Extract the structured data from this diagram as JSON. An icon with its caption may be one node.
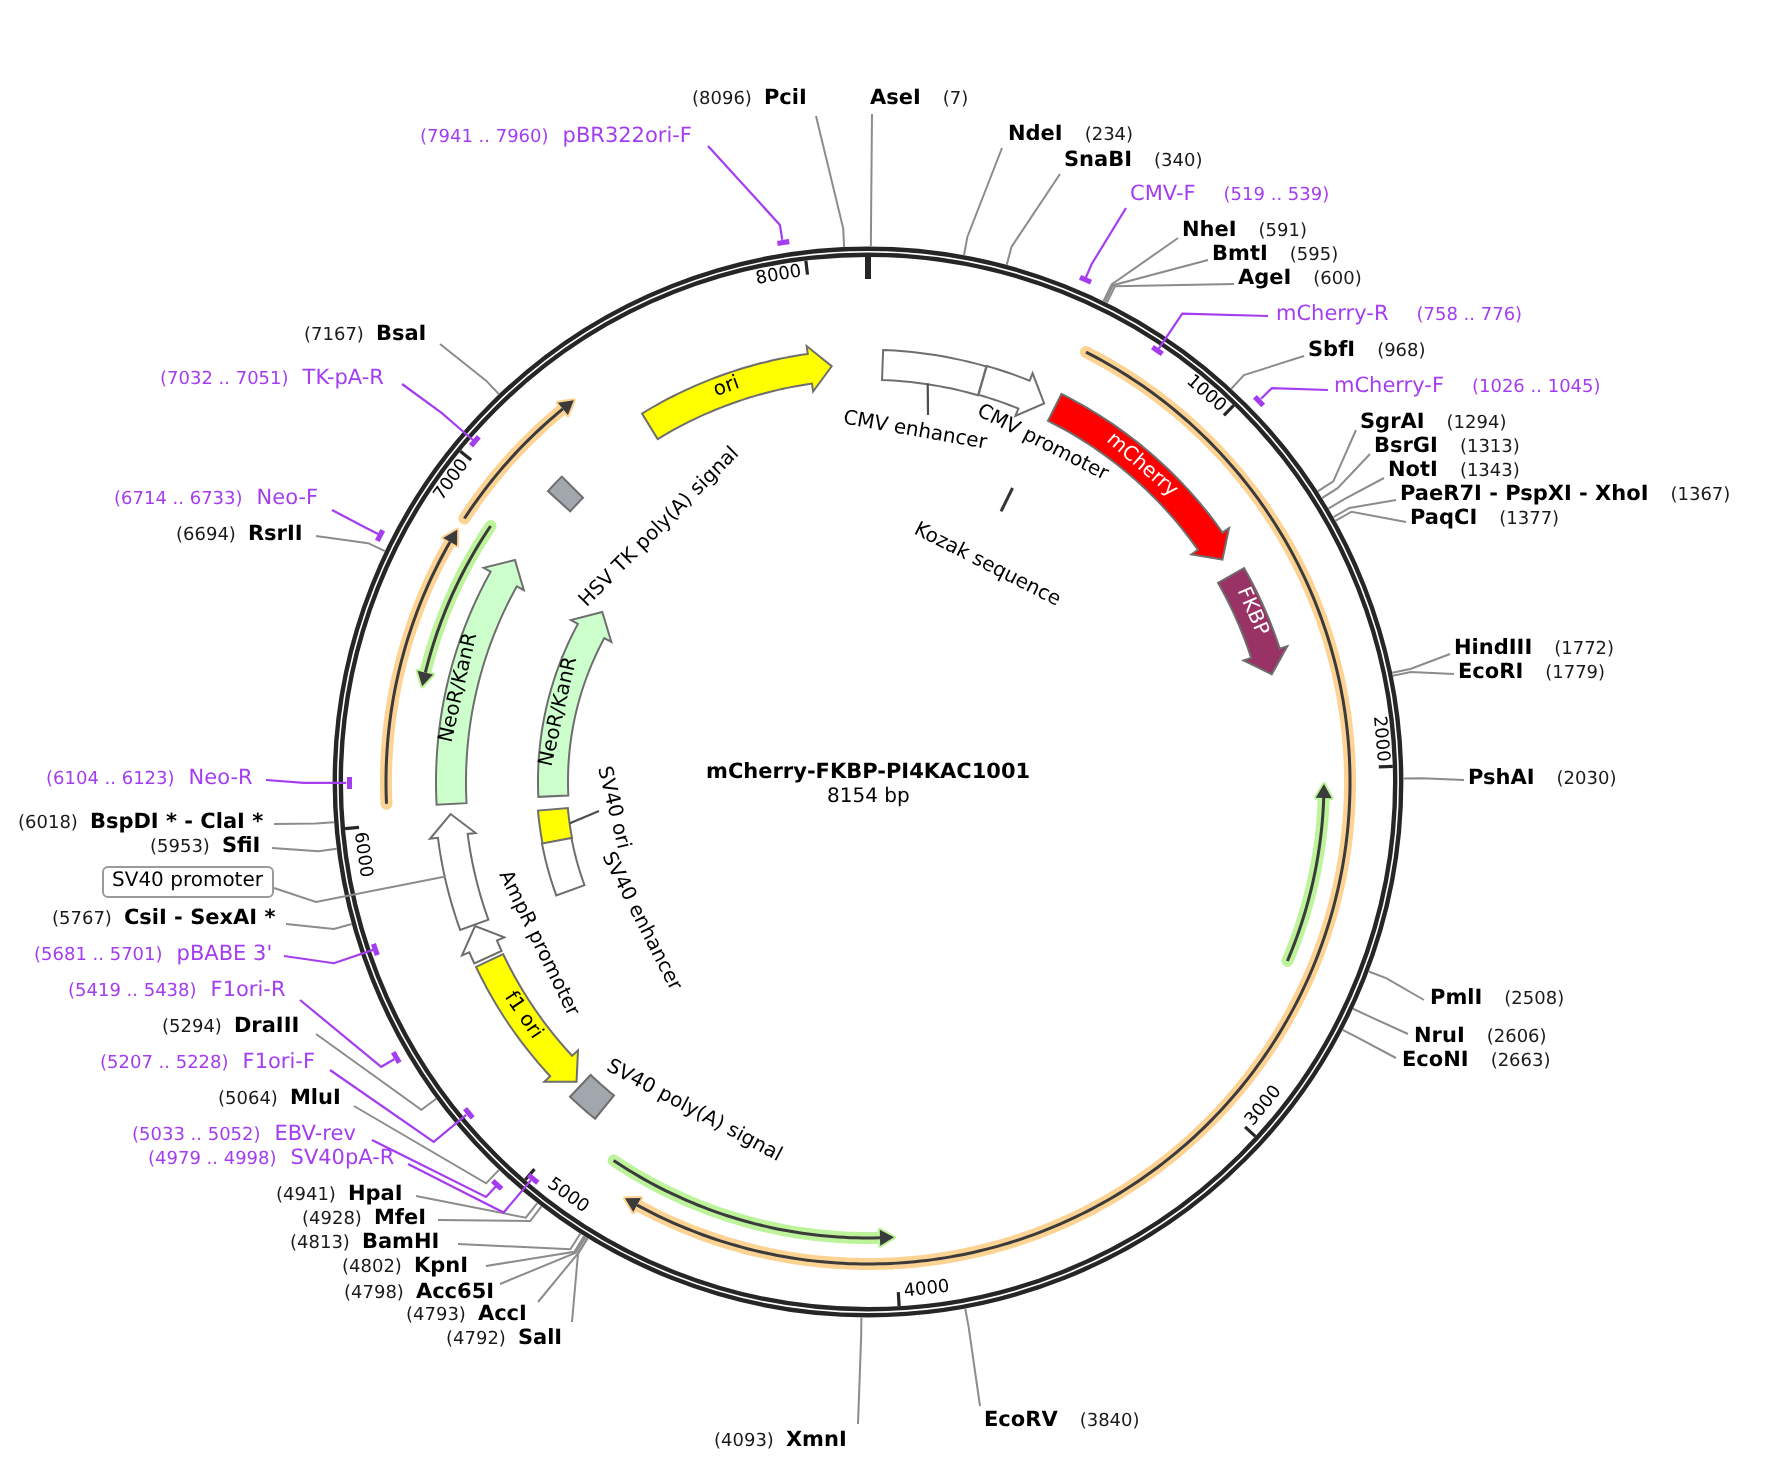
{
  "diagram": {
    "nodes": [
      {
        "text": [
          "mCherry-FKBP-PI4KAC1001",
          "8154 bp"
        ]
      },
      {
        "text": [
          "AseI",
          "(7)"
        ]
      },
      {
        "text": [
          "NdeI",
          "(234)"
        ]
      },
      {
        "text": [
          "SnaBI",
          "(340)"
        ]
      },
      {
        "text": [
          "CMV-F",
          "(519 .. 539)"
        ]
      },
      {
        "text": [],
        "shape": "bar"
      },
      {
        "text": [
          "NheI",
          "(591)"
        ]
      },
      {
        "text": [
          "BmtI",
          "(595)"
        ]
      },
      {
        "text": [
          "AgeI",
          "(600)"
        ]
      },
      {
        "text": [
          "mCherry-R",
          "(758 .. 776)"
        ]
      },
      {
        "text": [],
        "shape": "bar",
        "in": 0
      },
      {
        "text": [
          "SbfI",
          "(968)"
        ]
      },
      {
        "text": [
          "mCherry-F",
          "(1026 .. 1045)"
        ]
      },
      {
        "text": [],
        "shape": "bar"
      },
      {
        "text": [
          "SgrAI",
          "(1294)"
        ]
      },
      {
        "text": [
          "BsrGI",
          "(1313)"
        ]
      },
      {
        "text": [
          "NotI",
          "(1343)"
        ]
      },
      {
        "text": [
          "PaeR7I - PspXI - XhoI",
          "(1367)"
        ]
      },
      {
        "text": [
          "PaqCI",
          "(1377)"
        ]
      },
      {
        "text": [
          "HindIII",
          "(1772)"
        ]
      },
      {
        "text": [
          "EcoRI",
          "(1779)"
        ]
      },
      {
        "text": [
          "PshAI",
          "(2030)"
        ]
      },
      {
        "text": [
          "PmlI",
          "(2508)"
        ]
      },
      {
        "text": [
          "NruI",
          "(2606)"
        ]
      },
      {
        "text": [
          "EcoNI",
          "(2663)"
        ]
      },
      {
        "text": [
          "EcoRV",
          "(3840)"
        ]
      },
      {
        "text": [
          "(4093)",
          "XmnI"
        ]
      },
      {
        "text": [
          "(4792)",
          "SalI"
        ]
      },
      {
        "text": [
          "(4793)",
          "AccI"
        ]
      },
      {
        "text": [
          "(4798)",
          "Acc65I"
        ]
      },
      {
        "text": [
          "(4802)",
          "KpnI"
        ]
      },
      {
        "text": [
          "(4813)",
          "BamHI"
        ]
      },
      {
        "text": [
          "(4928)",
          "MfeI"
        ]
      },
      {
        "text": [
          "(4941)",
          "HpaI"
        ]
      },
      {
        "text": [
          "(4979 .. 4998)",
          "SV40pA-R"
        ]
      },
      {
        "text": [],
        "shape": "bar",
        "in": 0
      },
      {
        "text": [
          "(5033 .. 5052)",
          "EBV-rev"
        ]
      },
      {
        "text": [],
        "shape": "bar"
      },
      {
        "text": [
          "(5064)",
          "MluI"
        ]
      },
      {
        "text": [
          "(5207 .. 5228)",
          "F1ori-F"
        ]
      },
      {
        "text": [],
        "shape": "bar",
        "in": 0
      },
      {
        "text": [
          "(5294)",
          "DraIII"
        ]
      },
      {
        "text": [
          "(5419 .. 5438)",
          "F1ori-R"
        ]
      },
      {
        "text": [],
        "shape": "bar"
      },
      {
        "text": [
          "(5681 .. 5701)",
          "pBABE 3'"
        ]
      },
      {
        "text": [],
        "shape": "bar",
        "in": 0
      },
      {
        "text": [
          "(5767)",
          "CsiI - SexAI *"
        ]
      },
      {
        "text": [
          "SV40 promoter"
        ]
      },
      {
        "text": [
          "(5953)",
          "SfiI"
        ]
      },
      {
        "text": [
          "(6018)",
          "BspDI * - ClaI *"
        ]
      },
      {
        "text": [
          "(6104 .. 6123)",
          "Neo-R"
        ]
      },
      {
        "text": [],
        "shape": "bar",
        "in": 0
      },
      {
        "text": [
          "(6694)",
          "RsrII"
        ]
      },
      {
        "text": [
          "(6714 .. 6733)",
          "Neo-F"
        ]
      },
      {
        "text": [],
        "shape": "bar"
      },
      {
        "text": [
          "(7032 .. 7051)",
          "TK-pA-R"
        ]
      },
      {
        "text": [],
        "shape": "bar",
        "in": 0
      },
      {
        "text": [
          "(7167)",
          "BsaI"
        ]
      },
      {
        "text": [
          "(7941 .. 7960)",
          "pBR322ori-F"
        ]
      },
      {
        "text": [],
        "shape": "bar"
      },
      {
        "text": [
          "(8096)",
          "PciI"
        ]
      },
      {
        "text": [
          "ori"
        ],
        "in": 0
      },
      {
        "text": [],
        "shape": "box",
        "in": 0
      },
      {
        "text": [
          "CMV enhancer"
        ],
        "in": 0
      },
      {
        "text": [
          "CMV promoter"
        ],
        "in": 0
      },
      {
        "text": [
          "Kozak sequence"
        ],
        "in": 0
      },
      {
        "text": [
          "mCherry"
        ],
        "in": 0
      },
      {
        "text": [
          "FKBP"
        ],
        "in": 0
      },
      {
        "text": [
          "HSV TK poly(A) signal"
        ],
        "in": 0
      },
      {
        "text": [
          "NeoR/KanR"
        ],
        "in": 0
      },
      {
        "text": [
          "NeoR/KanR"
        ],
        "in": 0
      },
      {
        "text": [],
        "shape": "box",
        "in": 0
      },
      {
        "text": [
          "SV40 ori"
        ],
        "in": 0
      },
      {
        "text": [
          "SV40 enhancer"
        ],
        "in": 0
      },
      {
        "text": [],
        "shape": "arrow",
        "in": 0
      },
      {
        "text": [
          "AmpR promoter"
        ],
        "in": 0
      },
      {
        "text": [
          "f1 ori"
        ],
        "in": 0
      },
      {
        "text": [
          "SV40 poly(A) signal"
        ],
        "in": 0
      }
    ],
    "edges": [
      {
        "from": 1,
        "to": 0,
        "arrow": "none"
      },
      {
        "from": 2,
        "to": 0,
        "arrow": "none"
      },
      {
        "from": 3,
        "to": 0,
        "arrow": "none"
      },
      {
        "from": 4,
        "to": 5,
        "arrow": "none",
        "color": "#a43df0"
      },
      {
        "from": 6,
        "to": 0,
        "arrow": "none"
      },
      {
        "from": 7,
        "to": 0,
        "arrow": "none"
      },
      {
        "from": 8,
        "to": 0,
        "arrow": "none"
      },
      {
        "from": 9,
        "to": 10,
        "arrow": "none",
        "color": "#a43df0"
      },
      {
        "from": 11,
        "to": 0,
        "arrow": "none"
      },
      {
        "from": 12,
        "to": 13,
        "arrow": "none",
        "color": "#a43df0"
      },
      {
        "from": 14,
        "to": 0,
        "arrow": "none"
      },
      {
        "from": 15,
        "to": 0,
        "arrow": "none"
      },
      {
        "from": 16,
        "to": 0,
        "arrow": "none"
      },
      {
        "from": 17,
        "to": 0,
        "arrow": "none"
      },
      {
        "from": 18,
        "to": 0,
        "arrow": "none"
      },
      {
        "from": 19,
        "to": 0,
        "arrow": "none"
      },
      {
        "from": 20,
        "to": 0,
        "arrow": "none"
      },
      {
        "from": 21,
        "to": 0,
        "arrow": "none"
      },
      {
        "from": 22,
        "to": 0,
        "arrow": "none"
      },
      {
        "from": 23,
        "to": 0,
        "arrow": "none"
      },
      {
        "from": 24,
        "to": 0,
        "arrow": "none"
      },
      {
        "from": 25,
        "to": 0,
        "arrow": "none"
      },
      {
        "from": 26,
        "to": 0,
        "arrow": "none"
      },
      {
        "from": 27,
        "to": 0,
        "arrow": "none"
      },
      {
        "from": 28,
        "to": 0,
        "arrow": "none"
      },
      {
        "from": 29,
        "to": 0,
        "arrow": "none"
      },
      {
        "from": 30,
        "to": 0,
        "arrow": "none"
      },
      {
        "from": 31,
        "to": 0,
        "arrow": "none"
      },
      {
        "from": 32,
        "to": 0,
        "arrow": "none"
      },
      {
        "from": 33,
        "to": 0,
        "arrow": "none"
      },
      {
        "from": 34,
        "to": 35,
        "arrow": "none",
        "color": "#a43df0"
      },
      {
        "from": 36,
        "to": 37,
        "arrow": "none",
        "color": "#a43df0"
      },
      {
        "from": 38,
        "to": 0,
        "arrow": "none"
      },
      {
        "from": 39,
        "to": 40,
        "arrow": "none",
        "color": "#a43df0"
      },
      {
        "from": 41,
        "to": 0,
        "arrow": "none"
      },
      {
        "from": 42,
        "to": 43,
        "arrow": "none",
        "color": "#a43df0"
      },
      {
        "from": 44,
        "to": 45,
        "arrow": "none",
        "color": "#a43df0"
      },
      {
        "from": 46,
        "to": 0,
        "arrow": "none"
      },
      {
        "from": 47,
        "to": 74,
        "arrow": "none"
      },
      {
        "from": 48,
        "to": 0,
        "arrow": "none"
      },
      {
        "from": 49,
        "to": 0,
        "arrow": "none"
      },
      {
        "from": 50,
        "to": 51,
        "arrow": "none",
        "color": "#a43df0"
      },
      {
        "from": 52,
        "to": 0,
        "arrow": "none"
      },
      {
        "from": 53,
        "to": 54,
        "arrow": "none",
        "color": "#a43df0"
      },
      {
        "from": 55,
        "to": 56,
        "arrow": "none",
        "color": "#a43df0"
      },
      {
        "from": 57,
        "to": 0,
        "arrow": "none"
      },
      {
        "from": 58,
        "to": 59,
        "arrow": "none",
        "color": "#a43df0"
      },
      {
        "from": 60,
        "to": 0,
        "arrow": "none"
      },
      {
        "from": 63,
        "to": 62,
        "arrow": "none",
        "color": "#4d4d4d"
      },
      {
        "from": 72,
        "to": 71,
        "arrow": "none",
        "color": "#4d4d4d"
      }
    ],
    "labels": [
      "1000",
      "2000",
      "3000",
      "4000",
      "5000",
      "6000",
      "7000",
      "8000"
    ]
  }
}
